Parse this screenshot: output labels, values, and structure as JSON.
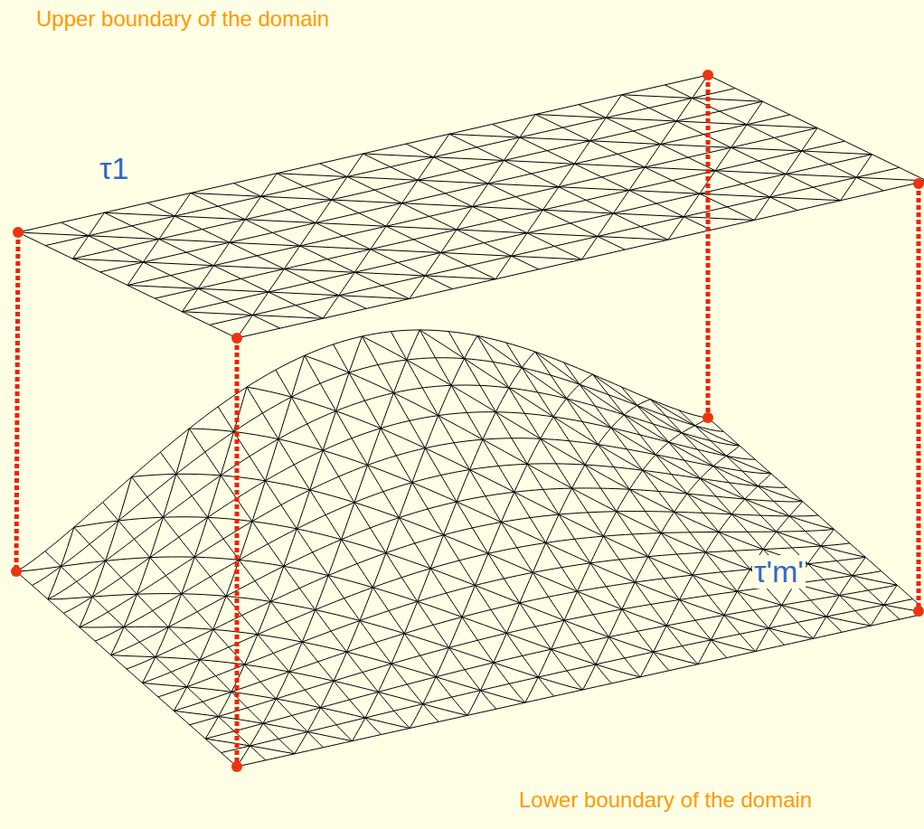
{
  "diagram": {
    "labels": [
      "Upper boundary of the domain",
      "τ1",
      "τ'm'",
      "Lower boundary of the domain"
    ]
  }
}
